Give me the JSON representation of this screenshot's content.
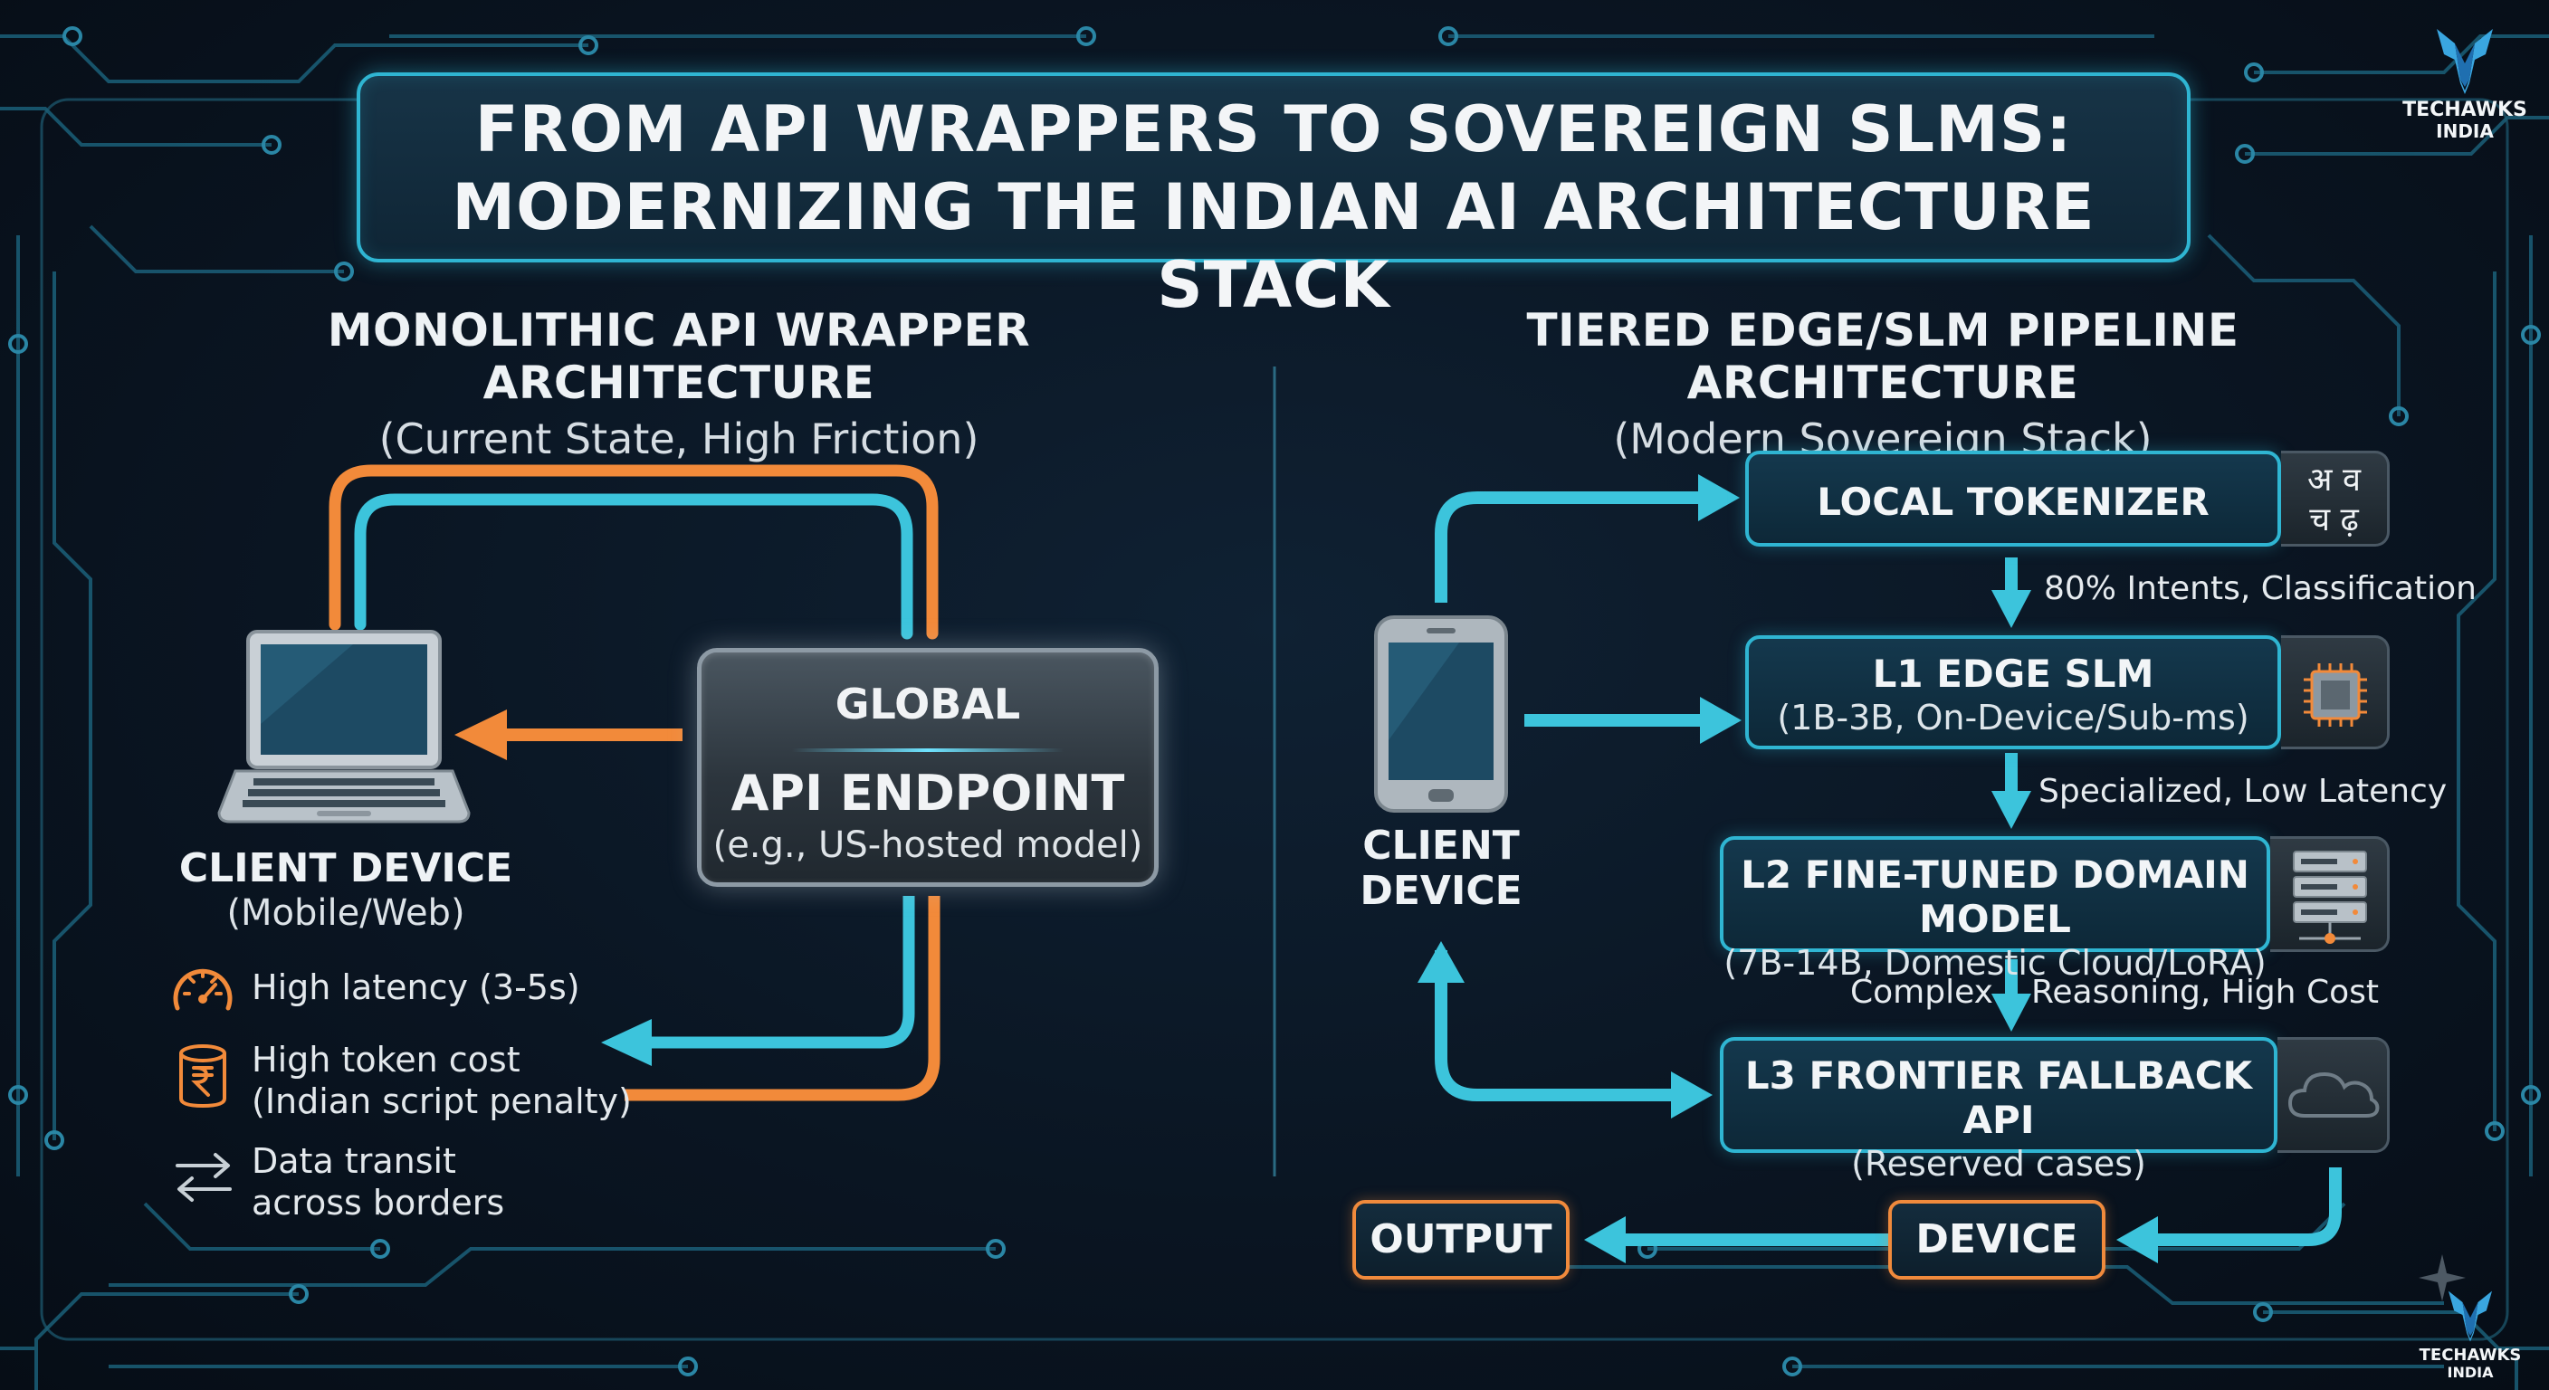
{
  "title": {
    "line1": "FROM API WRAPPERS TO SOVEREIGN SLMS:",
    "line2": "MODERNIZING THE INDIAN AI ARCHITECTURE STACK"
  },
  "brand": {
    "name": "TECHAWKS",
    "region": "INDIA"
  },
  "left": {
    "heading": "MONOLITHIC API WRAPPER ARCHITECTURE",
    "subheading": "(Current State, High Friction)",
    "client_label": "CLIENT DEVICE",
    "client_sub": "(Mobile/Web)",
    "api": {
      "global": "GLOBAL",
      "name": "API ENDPOINT",
      "example": "(e.g., US-hosted model)"
    },
    "issues": [
      {
        "icon": "speedometer-icon",
        "lines": [
          "High latency (3-5s)"
        ]
      },
      {
        "icon": "rupee-coin-icon",
        "lines": [
          "High token cost",
          "(Indian script penalty)"
        ]
      },
      {
        "icon": "transfer-arrows-icon",
        "lines": [
          "Data transit",
          "across borders"
        ]
      }
    ]
  },
  "right": {
    "heading": "TIERED EDGE/SLM PIPELINE ARCHITECTURE",
    "subheading": "(Modern Sovereign Stack)",
    "client_label_1": "CLIENT",
    "client_label_2": "DEVICE",
    "tiers": [
      {
        "title": "LOCAL TOKENIZER",
        "sub": "",
        "icon": "devanagari-script-icon",
        "glyphs": [
          "अ व",
          "च ढ़"
        ]
      },
      {
        "title": "L1 EDGE SLM",
        "sub": "(1B-3B, On-Device/Sub-ms)",
        "icon": "chip-icon"
      },
      {
        "title": "L2 FINE-TUNED DOMAIN MODEL",
        "sub": "(7B-14B, Domestic Cloud/LoRA)",
        "icon": "server-icon"
      },
      {
        "title": "L3 FRONTIER FALLBACK API",
        "sub": "(Reserved cases)",
        "icon": "cloud-icon"
      }
    ],
    "flow_labels": [
      "80% Intents, Classification",
      "Specialized, Low Latency",
      "Complex",
      "Reasoning, High Cost"
    ],
    "output_label": "OUTPUT",
    "device_label": "DEVICE"
  },
  "colors": {
    "accent_cyan": "#2fb5d2",
    "arrow_cyan": "#3cc4dc",
    "arrow_orange": "#f28a3a",
    "background": "#0a1522"
  }
}
